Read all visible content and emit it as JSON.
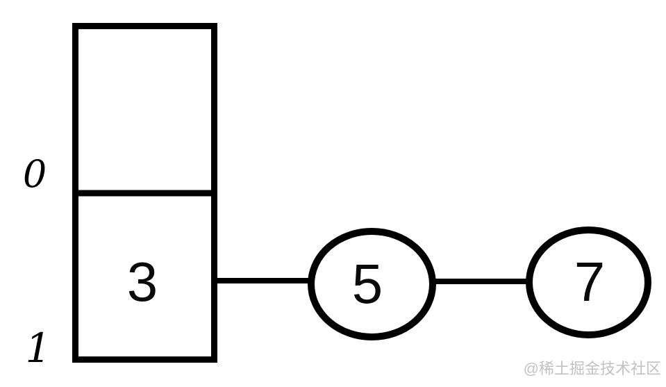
{
  "diagram": {
    "kind": "hash-table-separate-chaining",
    "buckets": [
      {
        "index": "0",
        "value": ""
      },
      {
        "index": "1",
        "value": "3"
      }
    ],
    "chain_nodes": [
      {
        "label": "5"
      },
      {
        "label": "7"
      }
    ],
    "edges": [
      {
        "from": "3",
        "to": "5"
      },
      {
        "from": "5",
        "to": "7"
      }
    ],
    "colors": {
      "stroke": "#000000",
      "digit": "#0a0a0a",
      "background": "#ffffff",
      "watermark_text": "#c2c2c2"
    },
    "watermark": "@稀土掘金技术社区"
  }
}
